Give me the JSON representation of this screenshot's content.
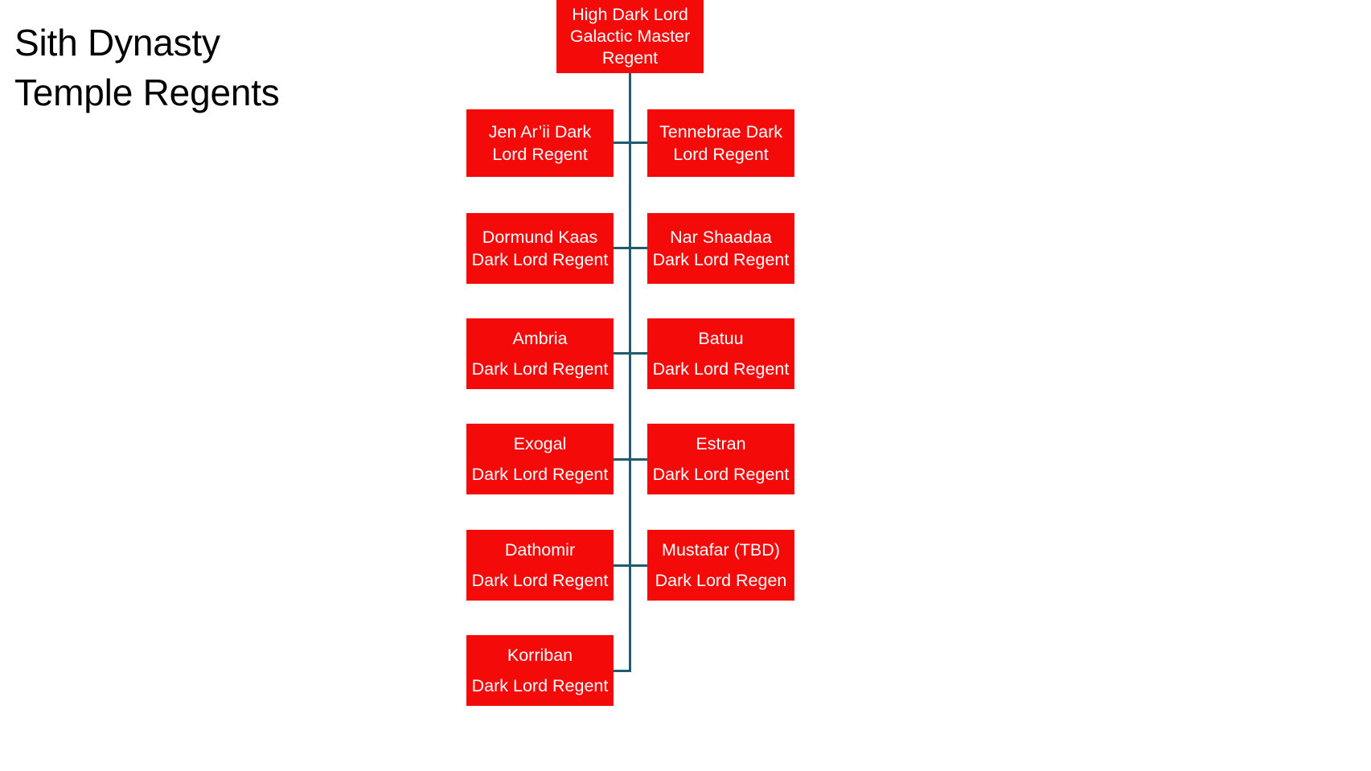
{
  "title": "Sith Dynasty\nTemple Regents",
  "colors": {
    "node_fill": "#F50A0A",
    "node_text": "#FFFFFF",
    "connector": "#1F5C6E",
    "background": "#FFFFFF",
    "title_text": "#000000"
  },
  "chart_data": {
    "type": "diagram",
    "diagram_type": "organizational-chart",
    "title": "Sith Dynasty Temple Regents",
    "root": {
      "id": "root",
      "lines": [
        "High Dark Lord",
        "Galactic Master",
        "Regent"
      ]
    },
    "rows": [
      {
        "index": 1,
        "left": {
          "id": "jen-arii",
          "lines": [
            "Jen Ar’ii Dark",
            "Lord Regent"
          ]
        },
        "right": {
          "id": "tennebrae",
          "lines": [
            "Tennebrae Dark",
            "Lord Regent"
          ]
        }
      },
      {
        "index": 2,
        "left": {
          "id": "dormund-kaas",
          "lines": [
            "Dormund Kaas",
            "Dark Lord Regent"
          ]
        },
        "right": {
          "id": "nar-shaadaa",
          "lines": [
            "Nar Shaadaa",
            "Dark Lord Regent"
          ]
        }
      },
      {
        "index": 3,
        "left": {
          "id": "ambria",
          "lines": [
            "Ambria",
            "Dark Lord Regent"
          ]
        },
        "right": {
          "id": "batuu",
          "lines": [
            "Batuu",
            "Dark Lord Regent"
          ]
        }
      },
      {
        "index": 4,
        "left": {
          "id": "exogal",
          "lines": [
            "Exogal",
            "Dark Lord Regent"
          ]
        },
        "right": {
          "id": "estran",
          "lines": [
            "Estran",
            "Dark Lord Regent"
          ]
        }
      },
      {
        "index": 5,
        "left": {
          "id": "dathomir",
          "lines": [
            "Dathomir",
            "Dark Lord Regent"
          ]
        },
        "right": {
          "id": "mustafar",
          "lines": [
            "Mustafar (TBD)",
            "Dark Lord Regen"
          ]
        }
      },
      {
        "index": 6,
        "left": {
          "id": "korriban",
          "lines": [
            "Korriban",
            "Dark Lord Regent"
          ]
        },
        "right": null
      }
    ]
  },
  "nodes": {
    "root": {
      "l1": "High Dark Lord",
      "l2": "Galactic Master",
      "l3": "Regent"
    },
    "r1l": {
      "l1": "Jen Ar’ii Dark",
      "l2": "Lord Regent"
    },
    "r1r": {
      "l1": "Tennebrae Dark",
      "l2": "Lord Regent"
    },
    "r2l": {
      "l1": "Dormund Kaas",
      "l2": "Dark Lord Regent"
    },
    "r2r": {
      "l1": "Nar Shaadaa",
      "l2": "Dark Lord Regent"
    },
    "r3l": {
      "l1": "Ambria",
      "l2": "Dark Lord Regent"
    },
    "r3r": {
      "l1": "Batuu",
      "l2": "Dark Lord Regent"
    },
    "r4l": {
      "l1": "Exogal",
      "l2": "Dark Lord Regent"
    },
    "r4r": {
      "l1": "Estran",
      "l2": "Dark Lord Regent"
    },
    "r5l": {
      "l1": "Dathomir",
      "l2": "Dark Lord Regent"
    },
    "r5r": {
      "l1": "Mustafar (TBD)",
      "l2": "Dark Lord Regen"
    },
    "r6l": {
      "l1": "Korriban",
      "l2": "Dark Lord Regent"
    }
  }
}
